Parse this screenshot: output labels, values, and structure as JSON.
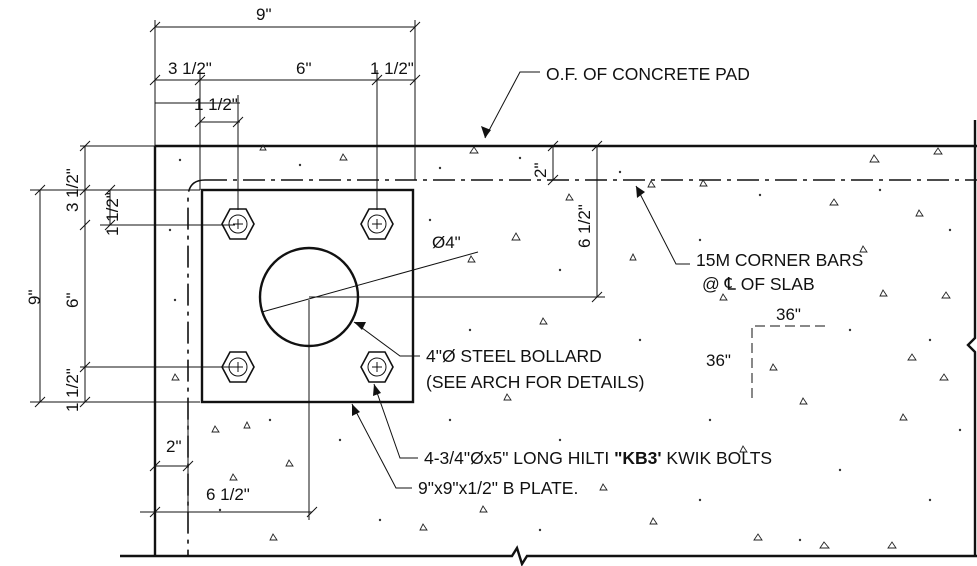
{
  "dimensions": {
    "overall_width": "9\"",
    "edge_to_bolt_left": "3 1/2\"",
    "bolt_spacing_horizontal": "6\"",
    "edge_to_bolt_right": "1 1/2\"",
    "bolt_to_plate_edge_top": "1 1/2\"",
    "top_cover": "2\"",
    "bar_to_center": "6 1/2\"",
    "overall_height": "9\"",
    "edge_to_bolt_vertical_top": "3 1/2\"",
    "bolt_to_plate_vertical": "1 1/2\"",
    "bolt_spacing_vertical": "6\"",
    "bolt_to_plate_bottom": "1 1/2\"",
    "side_cover": "2\"",
    "edge_to_center": "6 1/2\"",
    "bollard_dia": "Ø4\"",
    "slab_width": "36\"",
    "slab_height": "36\""
  },
  "notes": {
    "concrete_pad": "O.F. OF CONCRETE PAD",
    "corner_bars_line1": "15M CORNER BARS",
    "corner_bars_line2": "@ ℄ OF SLAB",
    "bollard_line1": "4\"Ø STEEL BOLLARD",
    "bollard_line2": "(SEE ARCH FOR DETAILS)",
    "bolts_prefix": "4-3/4\"Øx5\" LONG HILTI ",
    "bolts_bold": "\"KB3'",
    "bolts_suffix": " KWIK BOLTS",
    "plate": "9\"x9\"x1/2\" B PLATE."
  }
}
